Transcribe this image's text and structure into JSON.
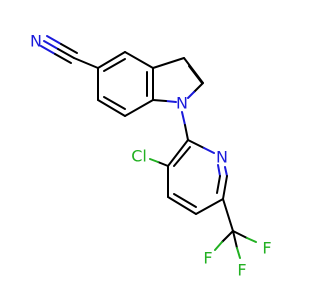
{
  "molecule": {
    "atoms": {
      "nitrile_n": "N",
      "indole_n": "N",
      "pyridine_n": "N",
      "chlorine": "Cl",
      "fluorine_1": "F",
      "fluorine_2": "F",
      "fluorine_3": "F"
    },
    "colors": {
      "bond": "#000000",
      "nitrogen": "#1a1adb",
      "chlorine": "#22b022",
      "fluorine": "#22b022"
    }
  }
}
